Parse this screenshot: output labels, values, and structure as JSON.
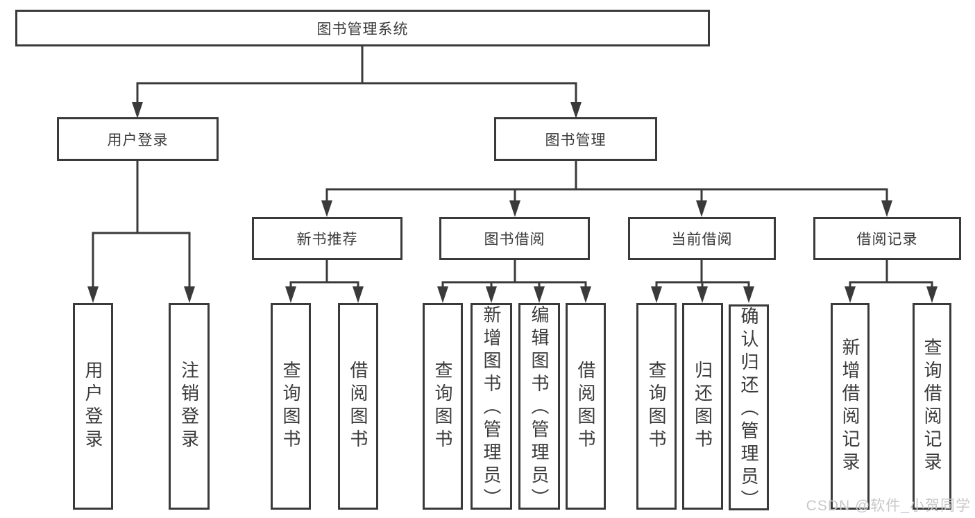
{
  "diagram": {
    "root": {
      "label": "图书管理系统"
    },
    "branches": [
      {
        "label": "用户登录",
        "children": [
          {
            "label": "用户登录"
          },
          {
            "label": "注销登录"
          }
        ]
      },
      {
        "label": "图书管理",
        "children": [
          {
            "label": "新书推荐",
            "children": [
              {
                "label": "查询图书"
              },
              {
                "label": "借阅图书"
              }
            ]
          },
          {
            "label": "图书借阅",
            "children": [
              {
                "label": "查询图书"
              },
              {
                "label": "新增图书（管理员）"
              },
              {
                "label": "编辑图书（管理员）"
              },
              {
                "label": "借阅图书"
              }
            ]
          },
          {
            "label": "当前借阅",
            "children": [
              {
                "label": "查询图书"
              },
              {
                "label": "归还图书"
              },
              {
                "label": "确认归还（管理员）"
              }
            ]
          },
          {
            "label": "借阅记录",
            "children": [
              {
                "label": "新增借阅记录"
              },
              {
                "label": "查询借阅记录"
              }
            ]
          }
        ]
      }
    ]
  },
  "watermark": {
    "text": "CSDN @软件_小贺同学"
  },
  "colors": {
    "line": "#3a3a3a",
    "text": "#3a3a3a",
    "watermark": "#c8c8c8",
    "background": "#ffffff"
  }
}
